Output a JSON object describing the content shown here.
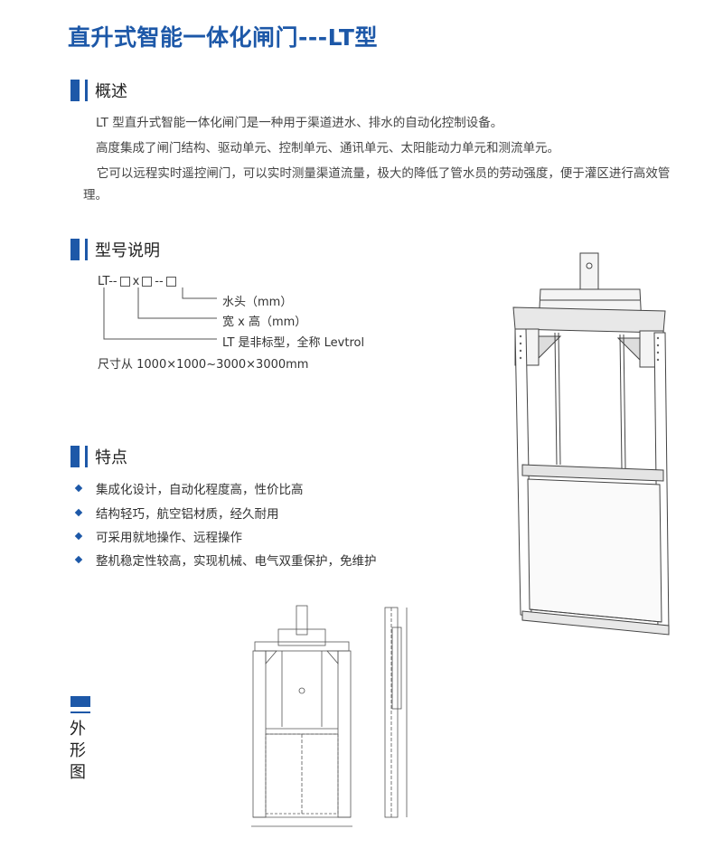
{
  "title": "直升式智能一体化闸门---LT型",
  "sections": {
    "overview": {
      "label": "概述",
      "paragraphs": [
        "LT 型直升式智能一体化闸门是一种用于渠道进水、排水的自动化控制设备。",
        "高度集成了闸门结构、驱动单元、控制单元、通讯单元、太阳能动力单元和测流单元。",
        "它可以远程实时遥控闸门，可以实时测量渠道流量，极大的降低了管水员的劳动强度，便于灌区进行高效管理。"
      ]
    },
    "model": {
      "label": "型号说明",
      "code_prefix": "LT--",
      "code_x": "x",
      "code_dash": "--",
      "legend": [
        "水头（mm）",
        "宽 x 高（mm）",
        "LT 是非标型，全称 Levtrol"
      ],
      "size_range": "尺寸从 1000×1000~3000×3000mm"
    },
    "features": {
      "label": "特点",
      "items": [
        "集成化设计，自动化程度高，性价比高",
        "结构轻巧，航空铝材质，经久耐用",
        "可采用就地操作、远程操作",
        "整机稳定性较高，实现机械、电气双重保护，免维护"
      ]
    },
    "outline": {
      "label_chars": [
        "外",
        "形",
        "图"
      ]
    }
  },
  "colors": {
    "accent": "#1d58a8",
    "text": "#333333"
  },
  "icons": {
    "bullet": "diamond-bullet-icon"
  }
}
